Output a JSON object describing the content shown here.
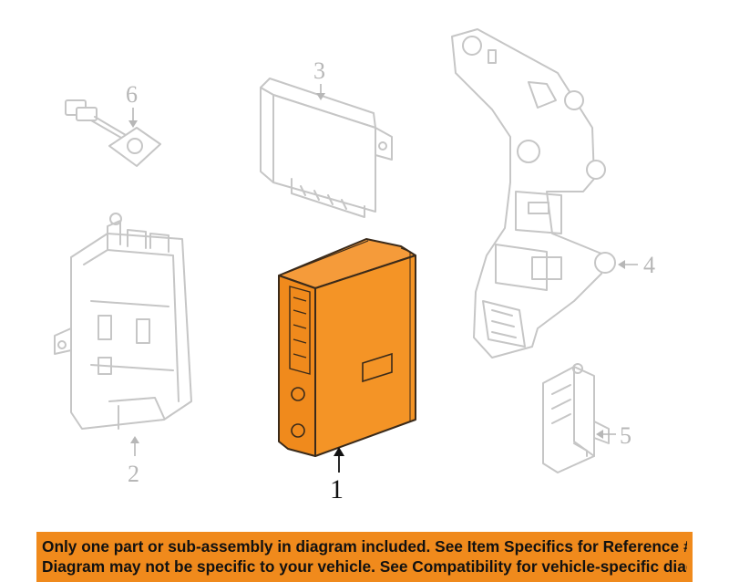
{
  "callouts": {
    "c1": "1",
    "c2": "2",
    "c3": "3",
    "c4": "4",
    "c5": "5",
    "c6": "6"
  },
  "banner": {
    "line1": "Only one part or sub-assembly in diagram included. See Item Specifics for Reference #.",
    "line2": "Diagram may not be specific to your vehicle. See Compatibility for vehicle-specific diagrams."
  },
  "colors": {
    "highlight": "#f08a1c",
    "outline": "#c6c6c6",
    "banner": "#f08a1c"
  }
}
